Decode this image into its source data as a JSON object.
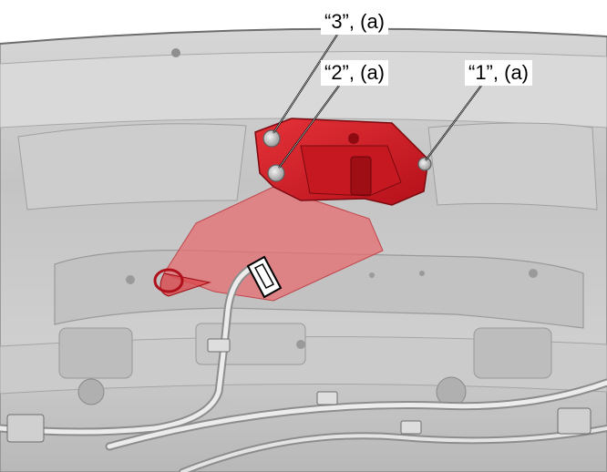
{
  "callouts": [
    {
      "id": "3",
      "text": "“3”, (a)"
    },
    {
      "id": "2",
      "text": "“2”, (a)"
    },
    {
      "id": "1",
      "text": "“1”, (a)"
    }
  ],
  "colors": {
    "latch": "#d8141c",
    "latch_dark": "#9c0c12",
    "latch_faded": "#e7696d",
    "panel": "#c9c9c9",
    "panel_light": "#e2e2e2",
    "panel_dark": "#9b9b9b",
    "bolt": "#bdbdbd",
    "harness": "#e9e9e9"
  }
}
